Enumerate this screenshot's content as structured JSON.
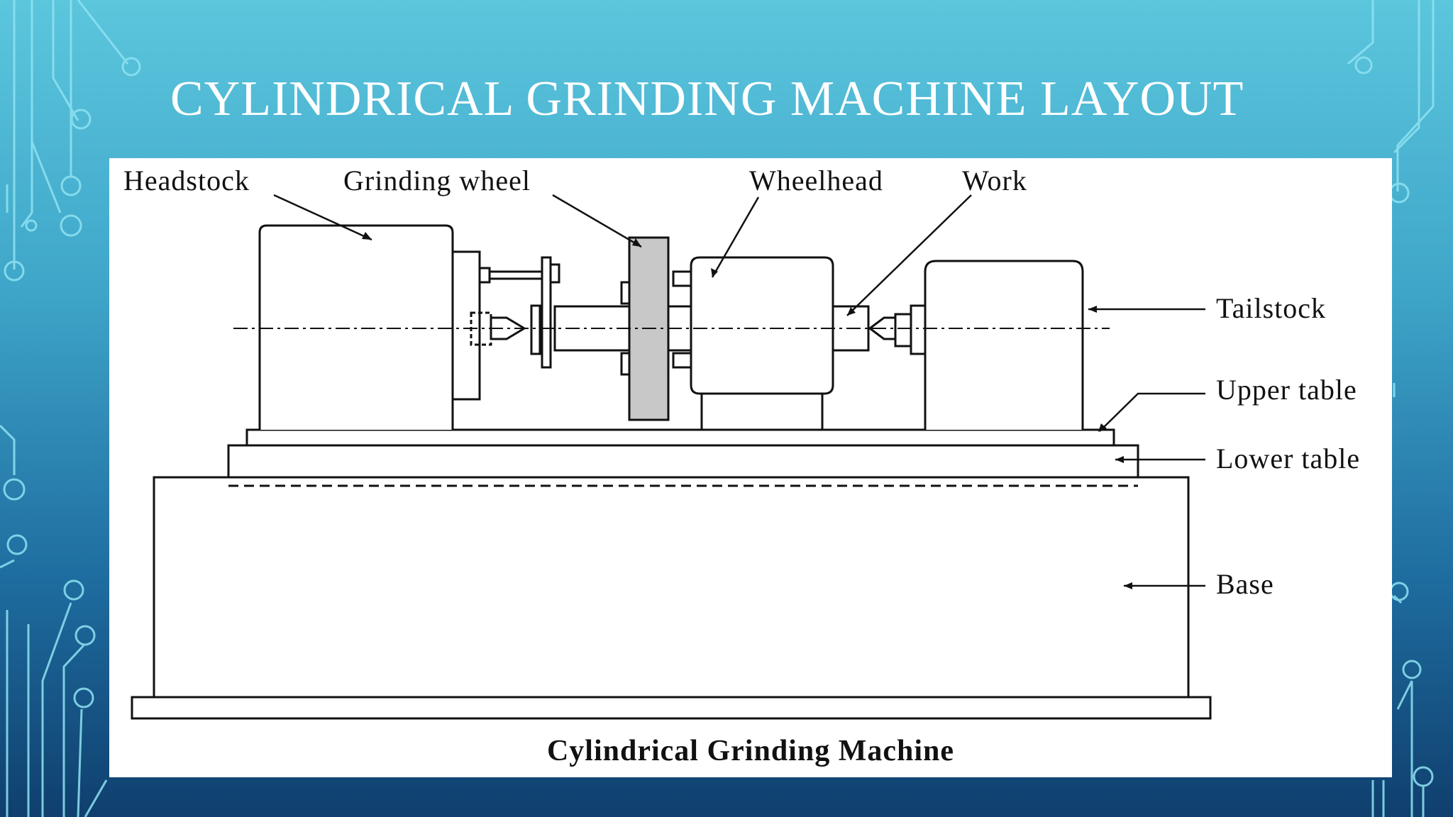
{
  "slide": {
    "title": "CYLINDRICAL GRINDING MACHINE LAYOUT"
  },
  "diagram": {
    "labels": {
      "headstock": "Headstock",
      "grinding_wheel": "Grinding wheel",
      "wheelhead": "Wheelhead",
      "work": "Work",
      "tailstock": "Tailstock",
      "upper_table": "Upper table",
      "lower_table": "Lower table",
      "base": "Base"
    },
    "caption": "Cylindrical Grinding Machine"
  },
  "colors": {
    "background_top": "#5cc6dd",
    "background_bottom": "#0f3f6e",
    "circuit_lines": "#8fe3f2",
    "grinding_wheel_fill": "#c8c8c8"
  }
}
